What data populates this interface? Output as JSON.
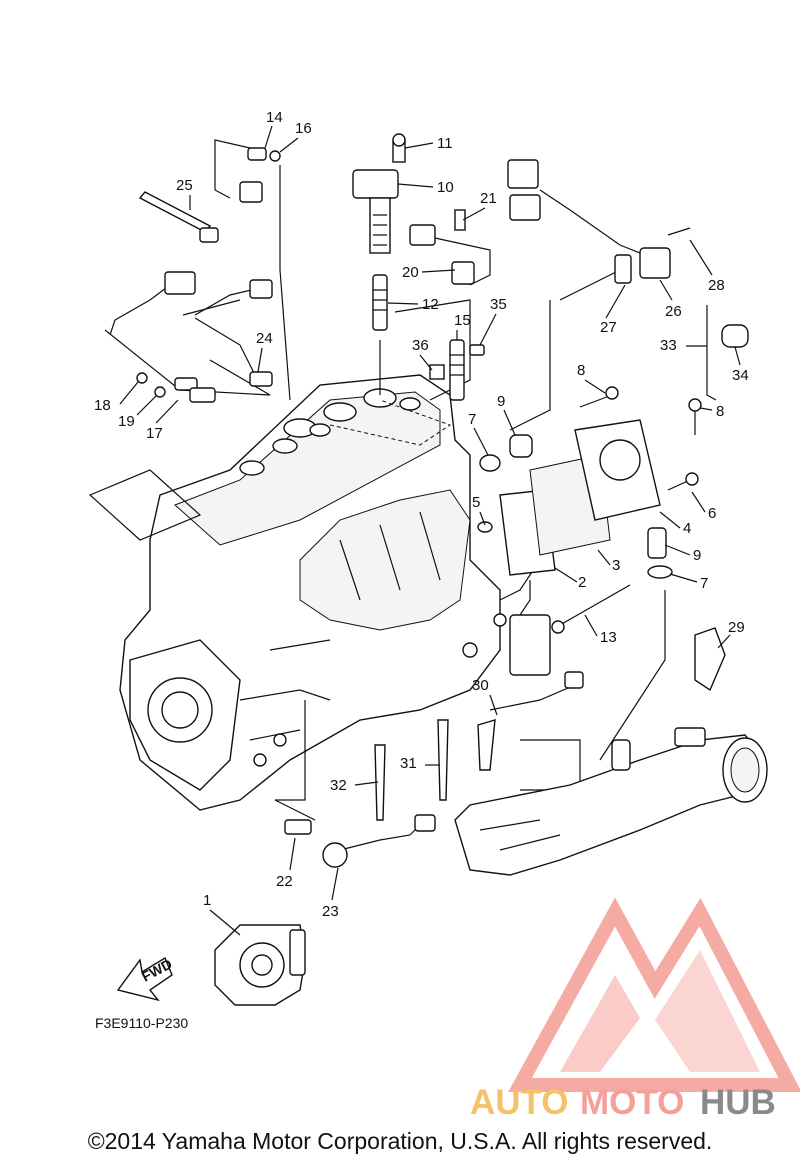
{
  "diagram": {
    "drawing_code": "F3E9110-P230",
    "fwd_label": "FWD",
    "copyright": "©2014 Yamaha Motor Corporation, U.S.A. All rights reserved.",
    "watermark": {
      "part1": "AUTO",
      "part2": "MOTO",
      "part3": "HUB",
      "colors": {
        "auto": "#f5c16a",
        "moto": "#f4a09a",
        "hub": "#8a8a8a",
        "logo": "#f28f86"
      }
    },
    "callouts": [
      "1",
      "2",
      "3",
      "4",
      "5",
      "6",
      "7",
      "7",
      "8",
      "8",
      "9",
      "9",
      "10",
      "11",
      "12",
      "13",
      "14",
      "15",
      "16",
      "17",
      "18",
      "19",
      "20",
      "21",
      "22",
      "23",
      "24",
      "25",
      "26",
      "27",
      "28",
      "29",
      "30",
      "31",
      "32",
      "33",
      "34",
      "35",
      "36"
    ]
  }
}
